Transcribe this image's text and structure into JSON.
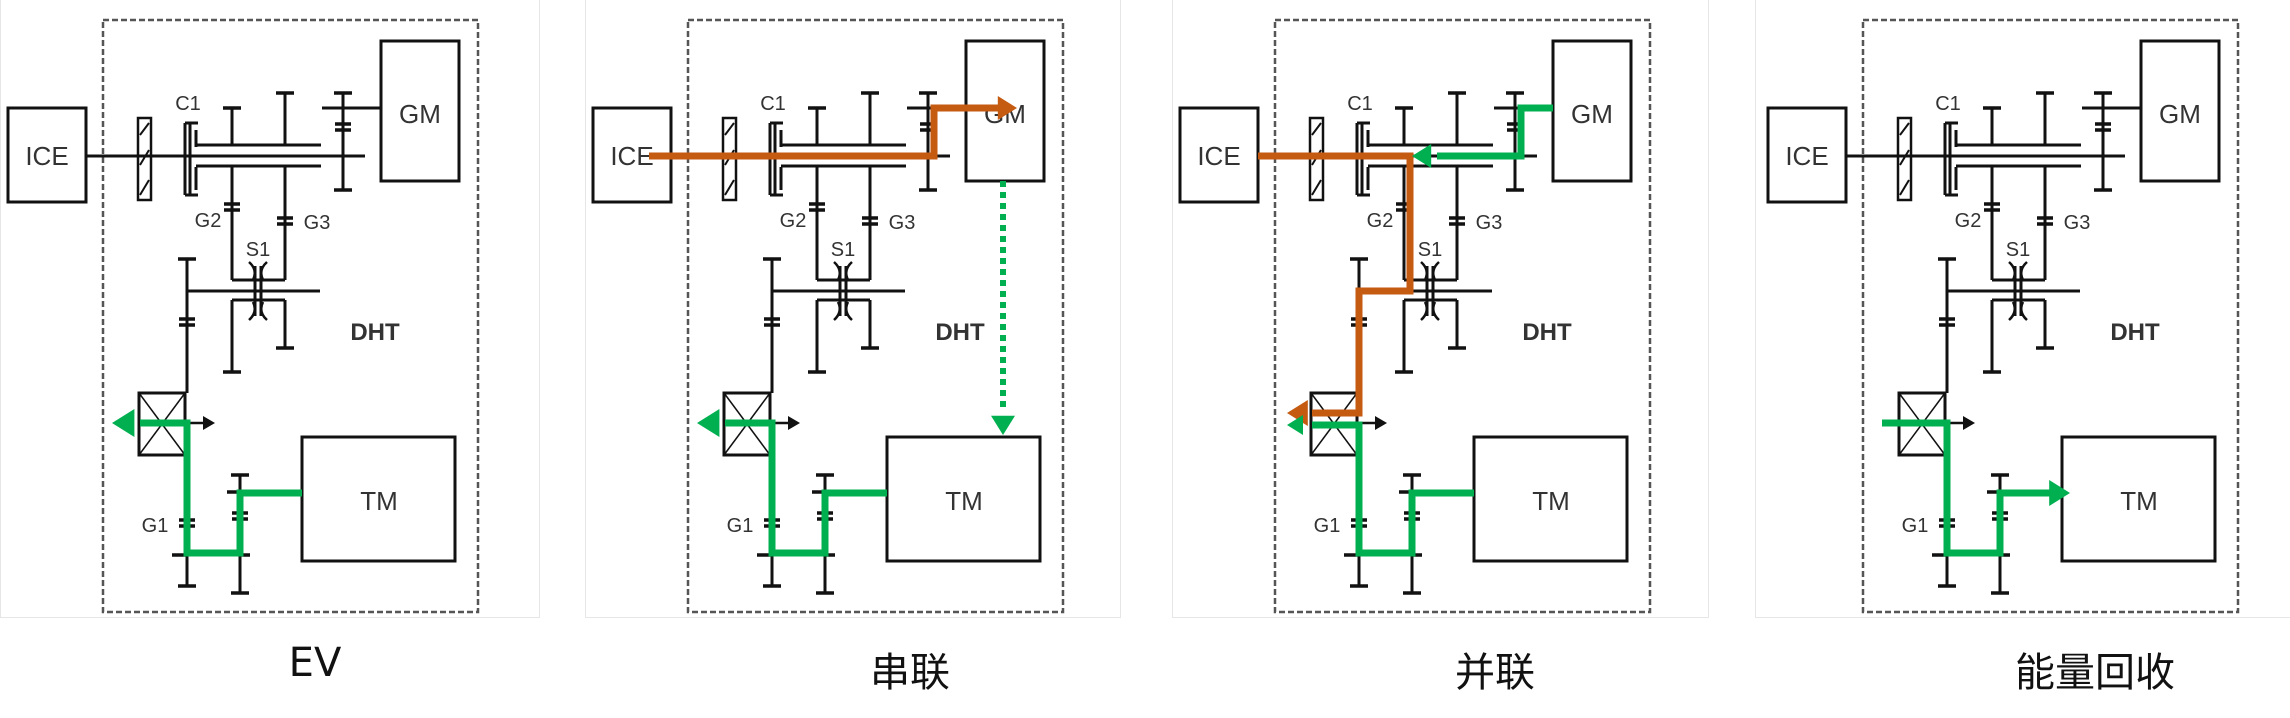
{
  "figure": {
    "colors": {
      "engine_flow": "#C55A11",
      "electric_flow": "#00B050",
      "line": "#111111",
      "dashed_box": "#555555"
    },
    "components": {
      "engine": "ICE",
      "generator_motor": "GM",
      "traction_motor": "TM",
      "transmission": "DHT",
      "clutch": "C1",
      "synchronizer": "S1",
      "gears": [
        "G1",
        "G2",
        "G3"
      ]
    },
    "panels": [
      {
        "mode": "EV",
        "caption": "EV"
      },
      {
        "mode": "series",
        "caption": "串联"
      },
      {
        "mode": "parallel",
        "caption": "并联"
      },
      {
        "mode": "regeneration",
        "caption": "能量回收"
      }
    ]
  }
}
